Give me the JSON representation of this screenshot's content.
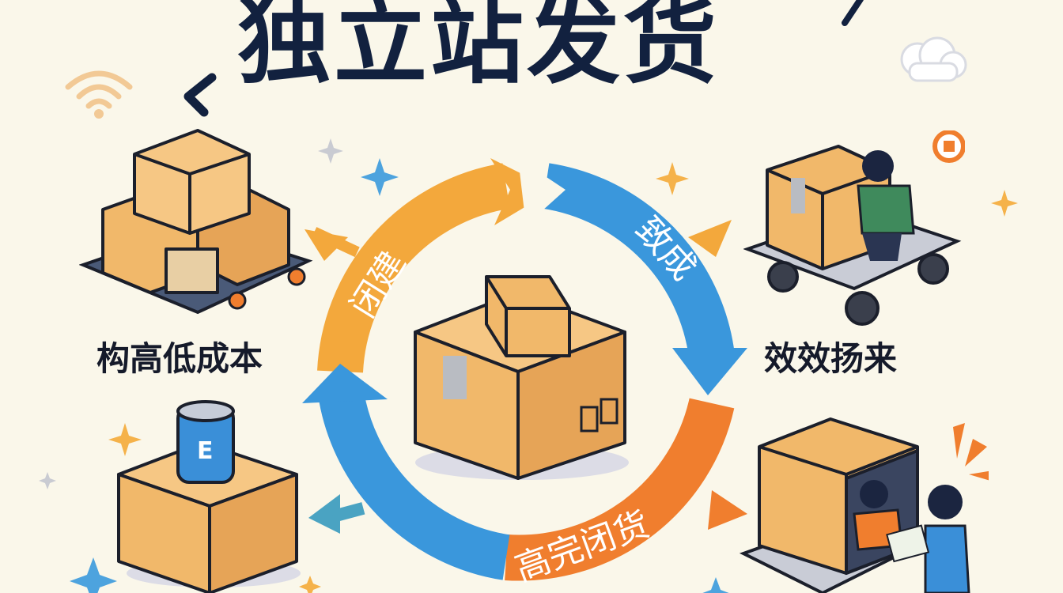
{
  "title": "独立站发货",
  "cycle": {
    "arc_top_left_text": "闭建",
    "arc_top_right_text": "致成",
    "arc_bottom_text": "高完闭货",
    "colors": {
      "orange_light": "#f3a83c",
      "blue": "#3a97dc",
      "orange_dark": "#f07e2e",
      "teal": "#4aa3c2"
    }
  },
  "panels": {
    "top_left": {
      "caption": "构高低成本",
      "icon": "pallet-boxes-icon"
    },
    "top_right": {
      "caption": "效效扬来",
      "icon": "cart-worker-icon"
    },
    "bottom_left": {
      "icon": "box-with-can-icon"
    },
    "bottom_right": {
      "icon": "delivery-handoff-icon"
    },
    "center": {
      "icon": "stacked-boxes-icon"
    }
  },
  "colors": {
    "background": "#faf7ea",
    "title": "#12213f",
    "box": "#f1b86a",
    "box_side": "#e2a153",
    "outline": "#1b1f2b",
    "tape": "#b9bcc2"
  }
}
